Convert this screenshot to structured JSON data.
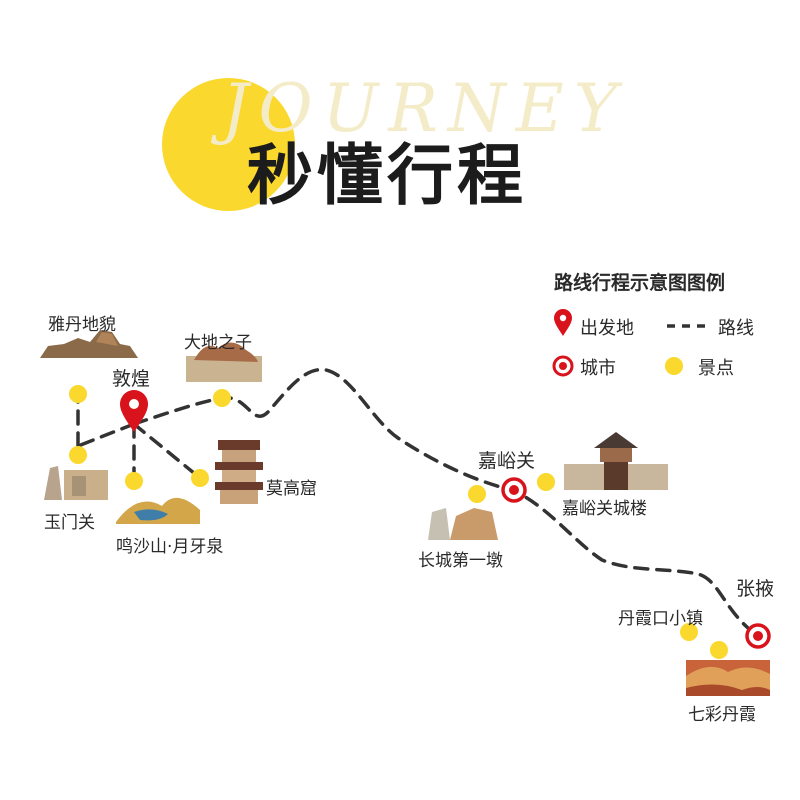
{
  "header": {
    "watermark": "JOURNEY",
    "title": "秒懂行程"
  },
  "legend": {
    "title": "路线行程示意图图例",
    "start_label": "出发地",
    "route_label": "路线",
    "city_label": "城市",
    "spot_label": "景点"
  },
  "places": {
    "yadan": "雅丹地貌",
    "dadi": "大地之子",
    "dunhuang": "敦煌",
    "yumen": "玉门关",
    "mingsha": "鸣沙山·月牙泉",
    "mogao": "莫高窟",
    "jiayuguan": "嘉峪关",
    "jiayuguan_tower": "嘉峪关城楼",
    "changcheng": "长城第一墩",
    "zhangye": "张掖",
    "danxia_town": "丹霞口小镇",
    "qicai": "七彩丹霞"
  },
  "colors": {
    "accent_yellow": "#fbd82d",
    "city_red": "#d8131b",
    "route": "#333333"
  }
}
